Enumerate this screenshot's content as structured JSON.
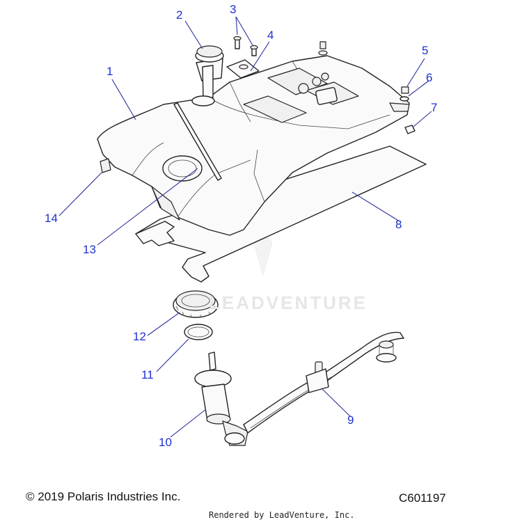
{
  "callouts": [
    {
      "n": "1"
    },
    {
      "n": "2"
    },
    {
      "n": "3"
    },
    {
      "n": "4"
    },
    {
      "n": "5"
    },
    {
      "n": "6"
    },
    {
      "n": "7"
    },
    {
      "n": "8"
    },
    {
      "n": "9"
    },
    {
      "n": "10"
    },
    {
      "n": "11"
    },
    {
      "n": "12"
    },
    {
      "n": "13"
    },
    {
      "n": "14"
    }
  ],
  "footer": {
    "copyright": "© 2019 Polaris Industries Inc.",
    "figure_code": "C601197",
    "rendered_by": "Rendered by LeadVenture, Inc."
  },
  "watermark": "LEADVENTURE",
  "colors": {
    "callout": "#1f2fd0",
    "leader": "#2a2f9a",
    "line": "#222222"
  }
}
